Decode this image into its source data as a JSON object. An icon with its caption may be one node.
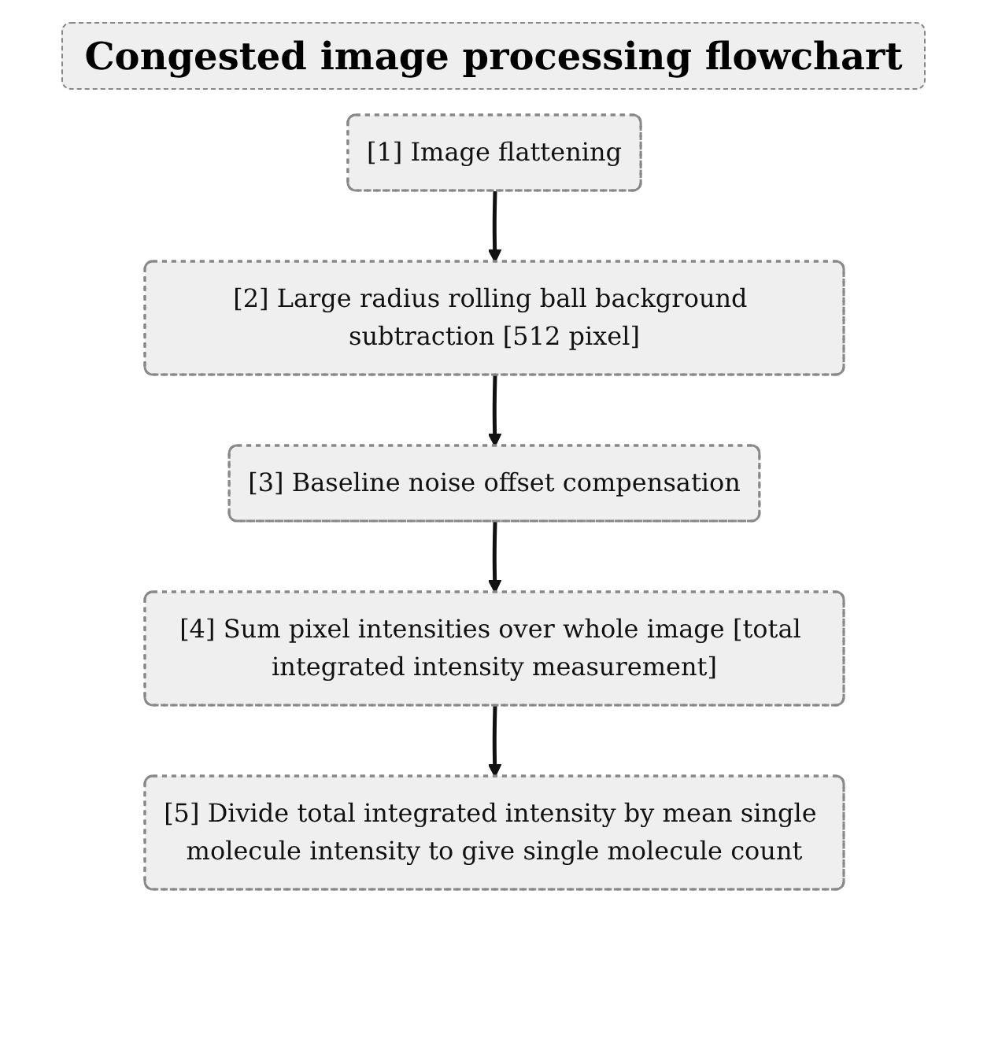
{
  "diagram": {
    "title": "Congested image processing flowchart",
    "nodes": [
      {
        "text": [
          "[1] Image flattening"
        ]
      },
      {
        "text": [
          "[2] Large radius rolling ball background subtraction [512 pixel]"
        ]
      },
      {
        "text": [
          "[3] Baseline noise offset compensation"
        ]
      },
      {
        "text": [
          "[4] Sum pixel intensities over whole image [total integrated intensity measurement]"
        ]
      },
      {
        "text": [
          "[5] Divide total integrated intensity by mean single molecule intensity to give single molecule count"
        ]
      }
    ],
    "edges": [
      {
        "from": 0,
        "to": 1,
        "arrow": "to"
      },
      {
        "from": 1,
        "to": 2,
        "arrow": "to"
      },
      {
        "from": 2,
        "to": 3,
        "arrow": "to"
      },
      {
        "from": 3,
        "to": 4,
        "arrow": "to"
      }
    ]
  }
}
